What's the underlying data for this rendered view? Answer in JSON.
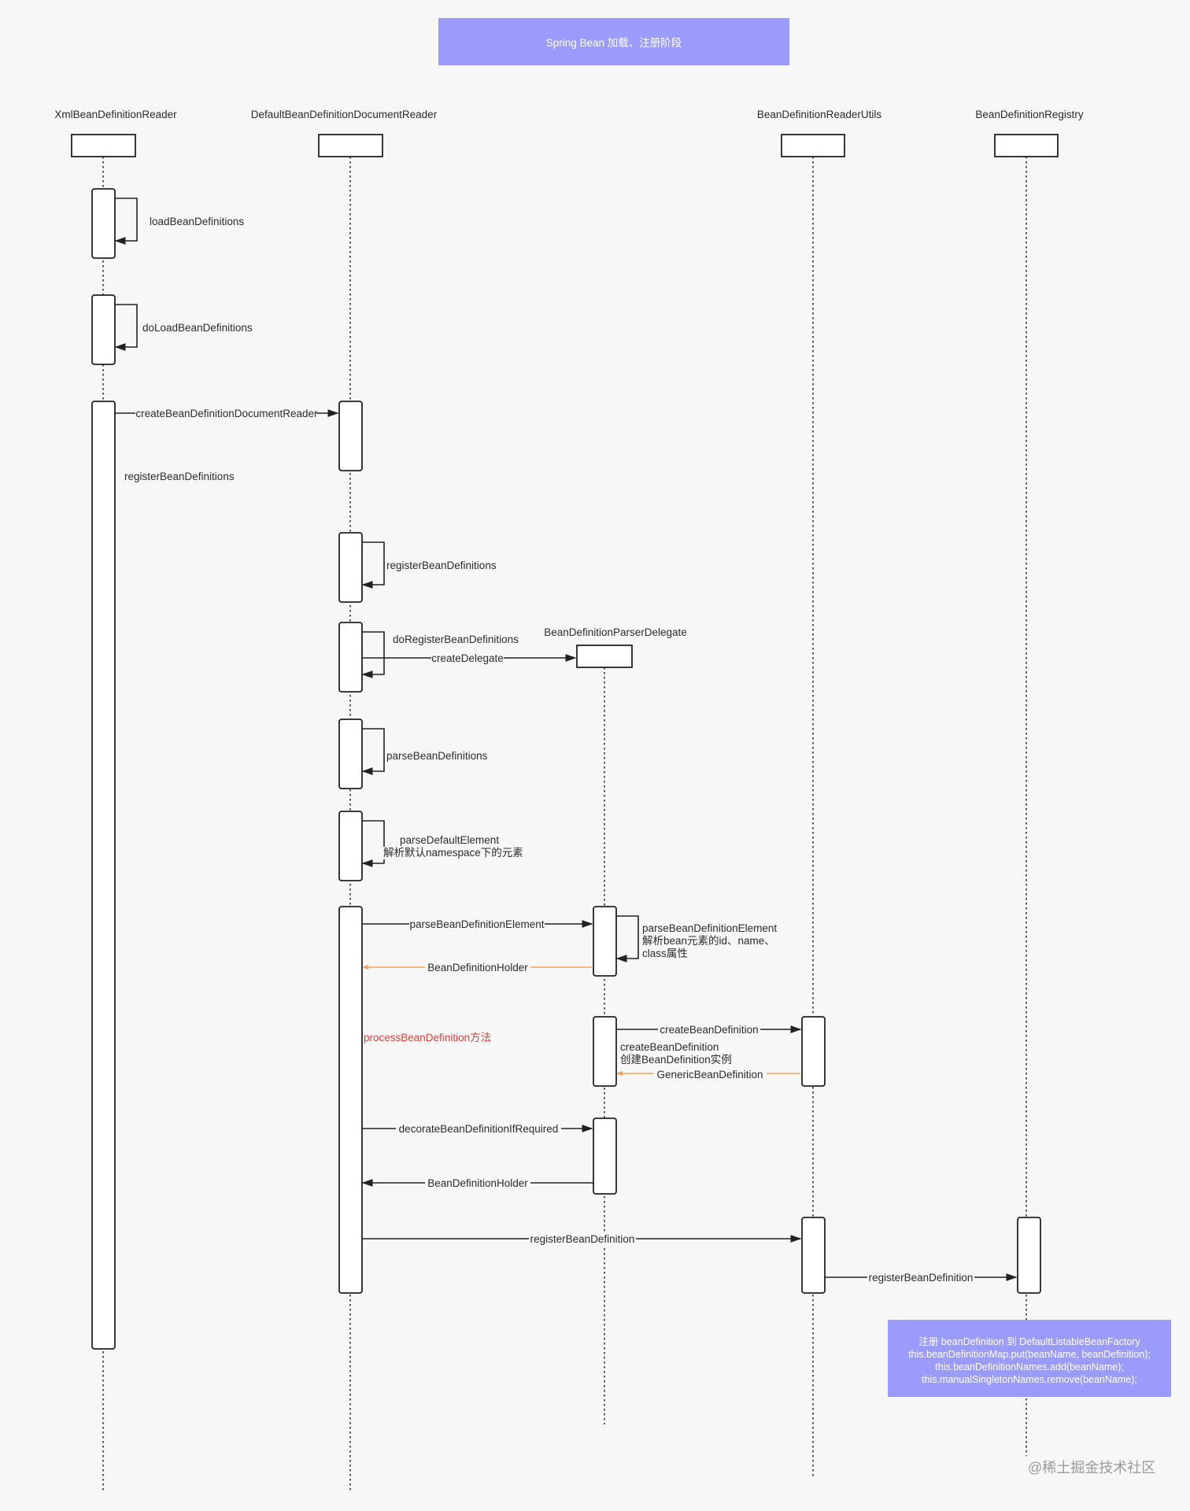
{
  "title": "Spring Bean 加载、注册阶段",
  "participants": [
    {
      "id": "xml",
      "label": "XmlBeanDefinitionReader"
    },
    {
      "id": "doc",
      "label": "DefaultBeanDefinitionDocumentReader"
    },
    {
      "id": "delegate",
      "label": "BeanDefinitionParserDelegate"
    },
    {
      "id": "utils",
      "label": "BeanDefinitionReaderUtils"
    },
    {
      "id": "registry",
      "label": "BeanDefinitionRegistry"
    }
  ],
  "messages": {
    "loadBeanDefinitions": "loadBeanDefinitions",
    "doLoadBeanDefinitions": "doLoadBeanDefinitions",
    "createBeanDefinitionDocumentReader": "createBeanDefinitionDocumentReader",
    "registerBeanDefinitions_xml": "registerBeanDefinitions",
    "registerBeanDefinitions_doc": "registerBeanDefinitions",
    "doRegisterBeanDefinitions": "doRegisterBeanDefinitions",
    "createDelegate": "createDelegate",
    "parseBeanDefinitions": "parseBeanDefinitions",
    "parseDefaultElement_1": "parseDefaultElement",
    "parseDefaultElement_2": "解析默认namespace下的元素",
    "parseBeanDefinitionElement_call": "parseBeanDefinitionElement",
    "parseBeanDefinitionElement_note_1": "parseBeanDefinitionElement",
    "parseBeanDefinitionElement_note_2": "解析bean元素的id、name、",
    "parseBeanDefinitionElement_note_3": "class属性",
    "beanDefinitionHolder_return_1": "BeanDefinitionHolder",
    "processBeanDefinition": "processBeanDefinition方法",
    "createBeanDefinition_call": "createBeanDefinition",
    "createBeanDefinition_note_1": "createBeanDefinition",
    "createBeanDefinition_note_2": "创建BeanDefinition实例",
    "genericBeanDefinition_return": "GenericBeanDefinition",
    "decorateBeanDefinitionIfRequired": "decorateBeanDefinitionIfRequired",
    "beanDefinitionHolder_return_2": "BeanDefinitionHolder",
    "registerBeanDefinition_1": "registerBeanDefinition",
    "registerBeanDefinition_2": "registerBeanDefinition"
  },
  "note": {
    "line1": "注册 beanDefinition 到 DefaultListableBeanFactory",
    "line2": "this.beanDefinitionMap.put(beanName, beanDefinition);",
    "line3": "this.beanDefinitionNames.add(beanName);",
    "line4": "this.manualSingletonNames.remove(beanName);"
  },
  "watermark": "@稀土掘金技术社区",
  "colors": {
    "title_bg": "#9b9bfb",
    "note_bg": "#9b9bfb",
    "return_arrow": "#f3a35a",
    "highlight_text": "#e0403a"
  }
}
